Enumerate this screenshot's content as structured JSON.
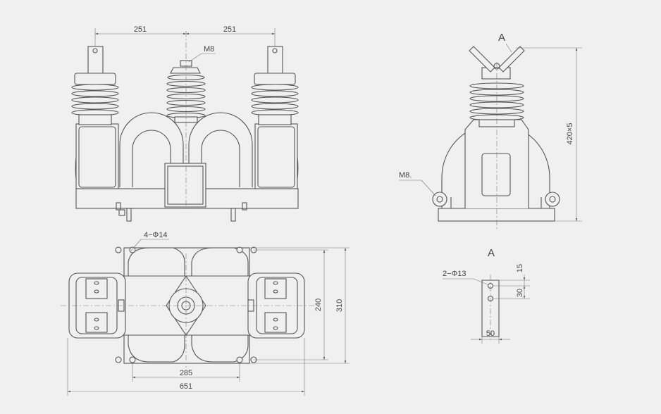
{
  "front_view": {
    "dim_left": "251",
    "dim_right": "251",
    "bolt_label": "M8"
  },
  "side_view": {
    "view_marker": "A",
    "height_dim": "420×5",
    "bolt_label": "M8."
  },
  "top_view": {
    "holes_label": "4−Φ14",
    "dim_240": "240",
    "dim_310": "310",
    "dim_285": "285",
    "dim_651": "651"
  },
  "detail_view": {
    "title": "A",
    "holes_label": "2−Φ13",
    "dim_15": "15",
    "dim_30": "30",
    "dim_50": "50"
  },
  "colors": {
    "background": "#f0f0f0",
    "line": "#555555",
    "thin_line": "#777777"
  }
}
